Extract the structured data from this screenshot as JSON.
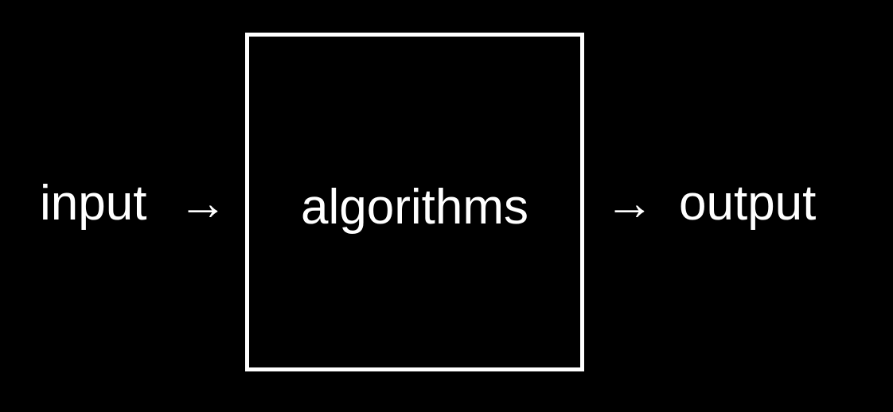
{
  "colors": {
    "background": "#000000",
    "foreground": "#ffffff"
  },
  "diagram": {
    "input_label": "input",
    "input_arrow": "→",
    "box_label": "algorithms",
    "output_arrow": "→",
    "output_label": "output"
  }
}
